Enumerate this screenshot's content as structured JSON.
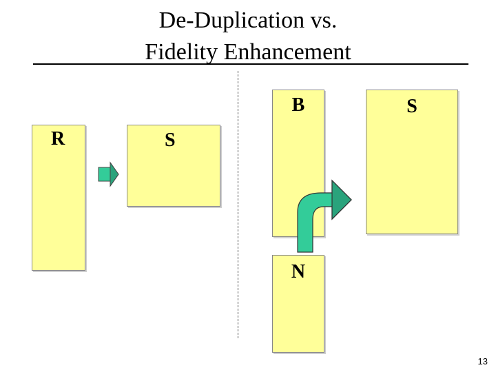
{
  "slide": {
    "title_line1": "De-Duplication vs.",
    "title_line2": "Fidelity Enhancement",
    "page_number": "13"
  },
  "left_panel": {
    "box_r_label": "R",
    "box_s_label": "S",
    "arrow_icon": "right-arrow-icon"
  },
  "right_panel": {
    "box_b_label": "B",
    "box_s_label": "S",
    "box_n_label": "N",
    "arrow_icon": "curved-up-right-arrow-icon"
  },
  "colors": {
    "box_fill": "#ffff99",
    "arrow_fill": "#33cc99"
  }
}
